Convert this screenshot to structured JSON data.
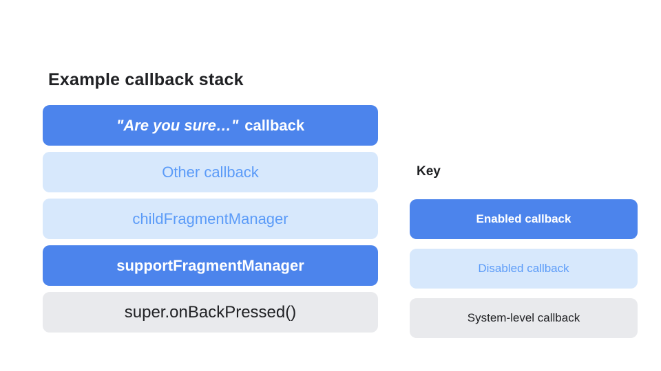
{
  "stack": {
    "title": "Example callback stack",
    "items": [
      {
        "text_italic": "\"Are you sure…\"",
        "text_rest": "callback",
        "type": "enabled"
      },
      {
        "text": "Other callback",
        "type": "disabled"
      },
      {
        "text": "childFragmentManager",
        "type": "disabled"
      },
      {
        "text": "supportFragmentManager",
        "type": "enabled"
      },
      {
        "text": "super.onBackPressed()",
        "type": "system"
      }
    ]
  },
  "key": {
    "title": "Key",
    "items": [
      {
        "label": "Enabled callback",
        "type": "enabled"
      },
      {
        "label": "Disabled callback",
        "type": "disabled"
      },
      {
        "label": "System-level callback",
        "type": "system"
      }
    ]
  },
  "colors": {
    "enabled_bg": "#4c84ec",
    "enabled_text": "#ffffff",
    "disabled_bg": "#d7e8fc",
    "disabled_text": "#5b9bf8",
    "system_bg": "#e9eaed",
    "system_text": "#202124",
    "title_text": "#202124",
    "page_bg": "#ffffff"
  }
}
